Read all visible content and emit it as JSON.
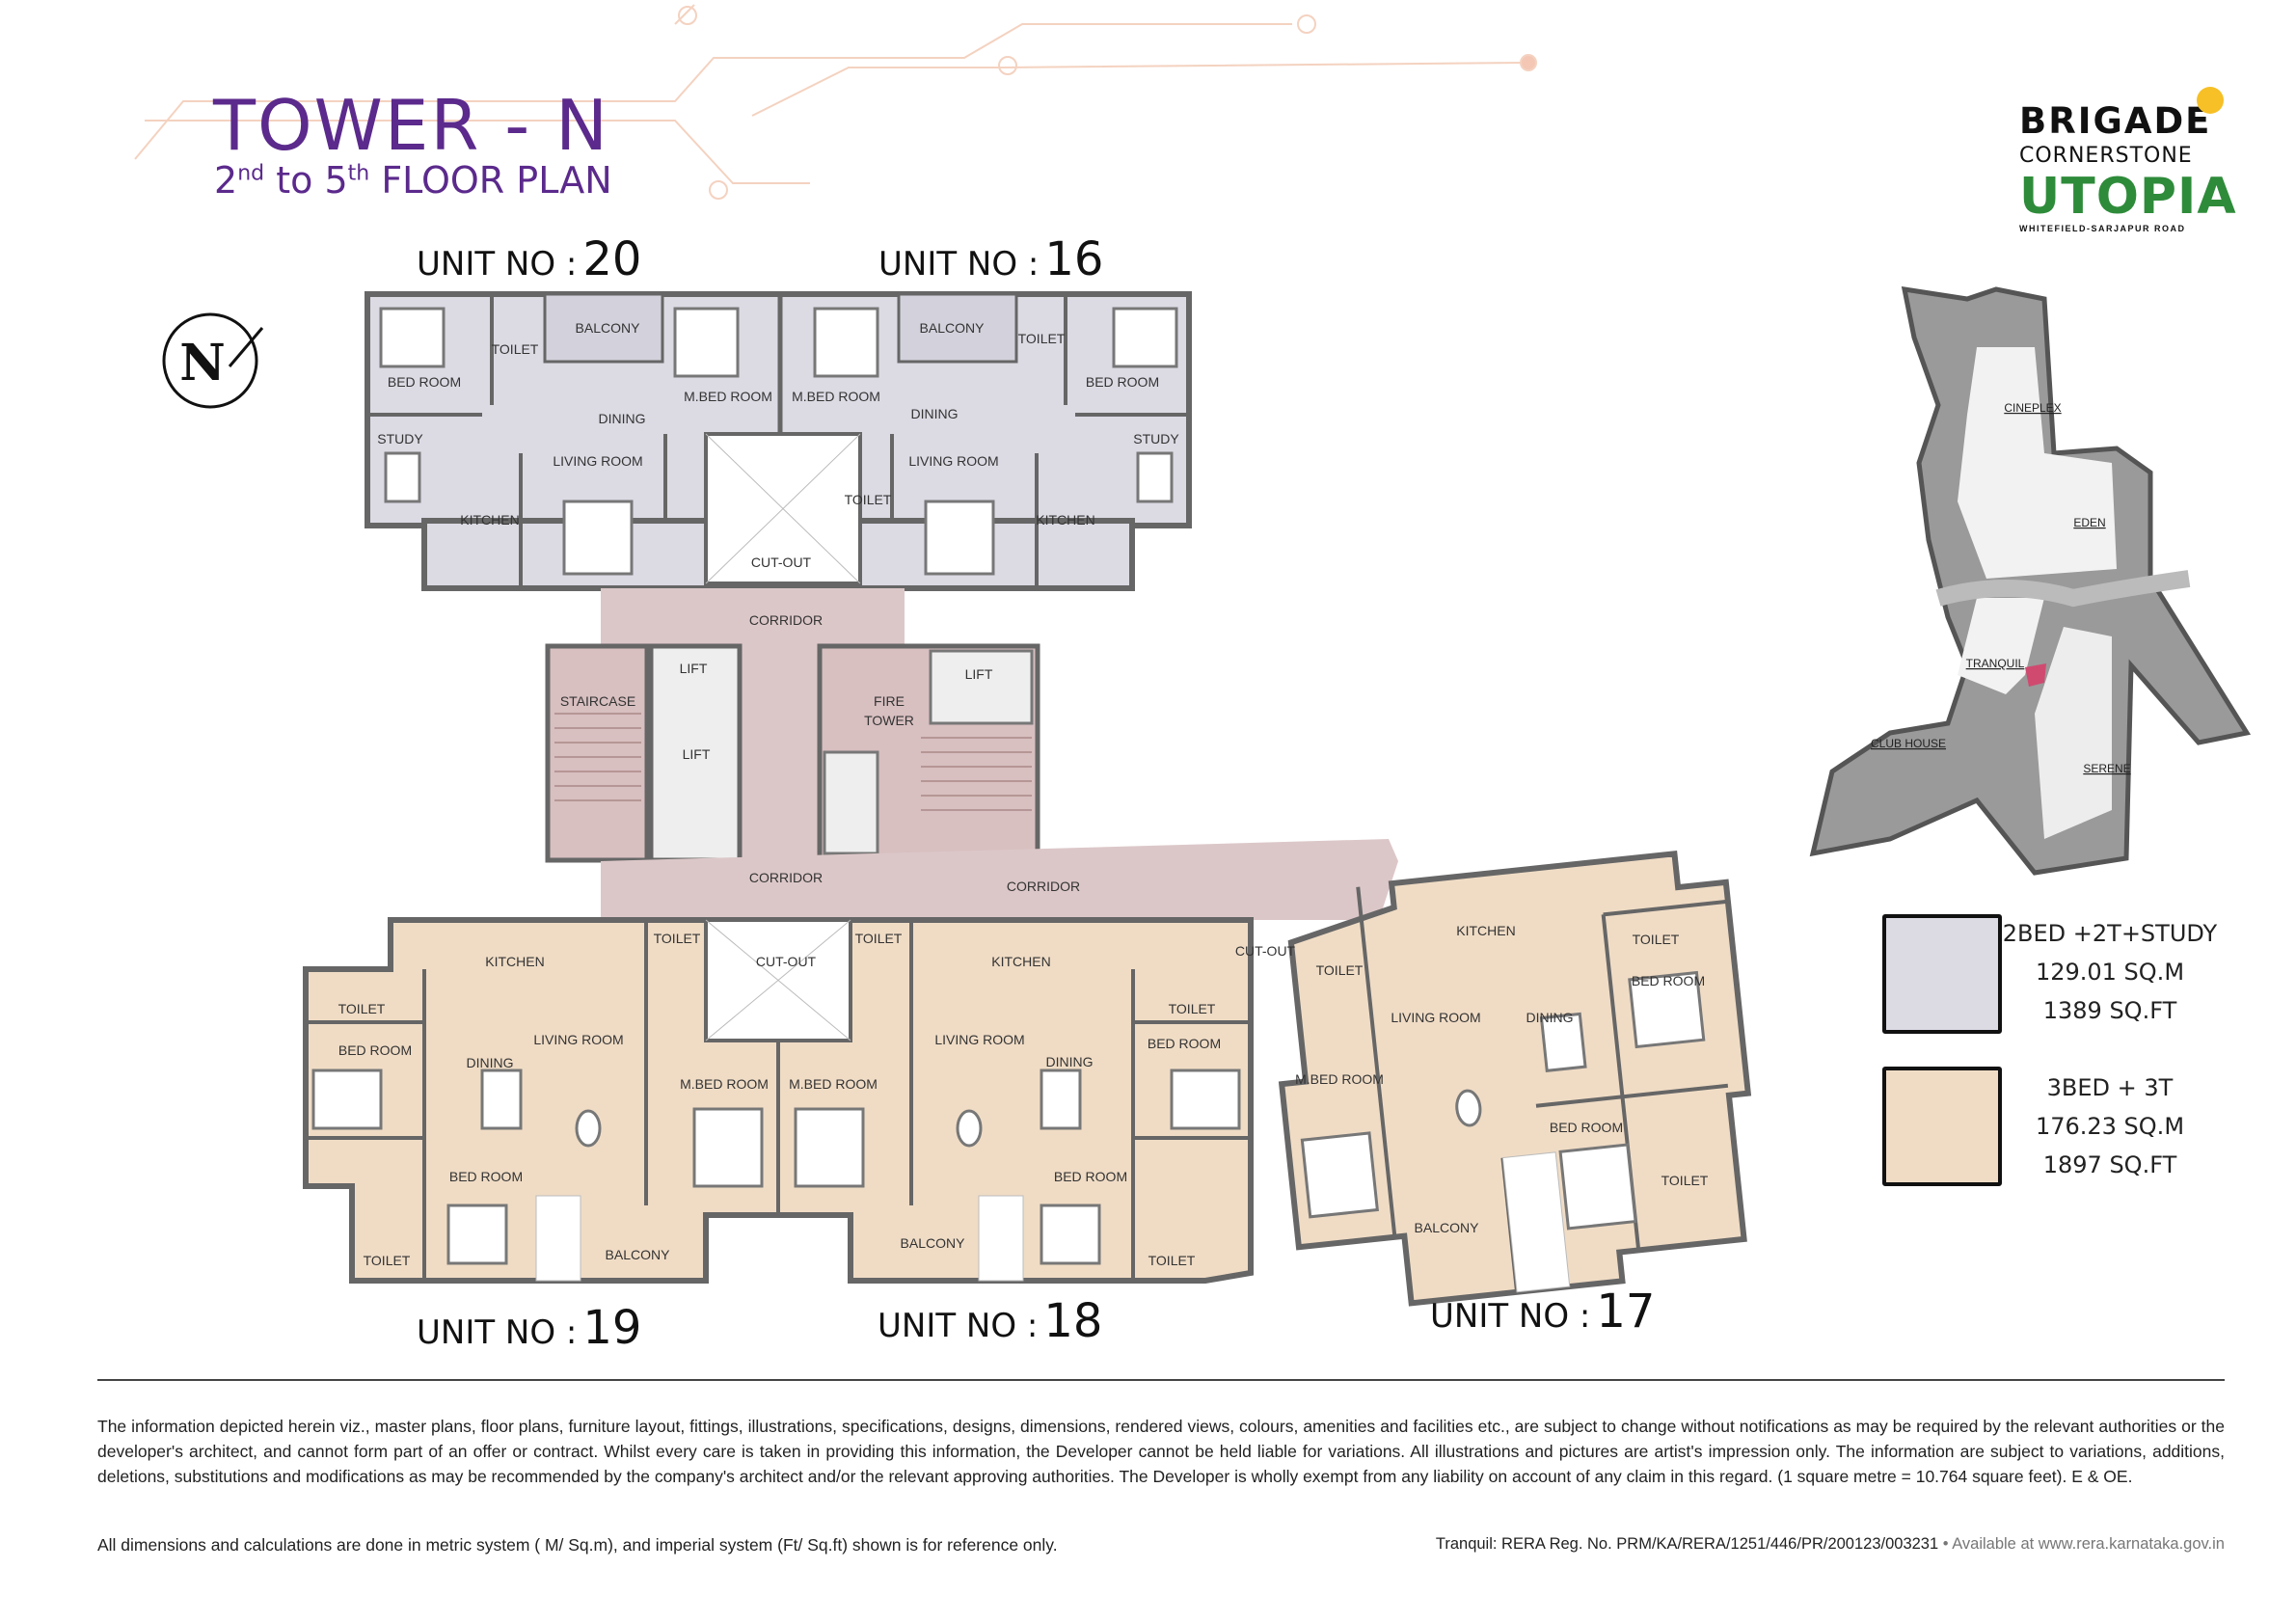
{
  "header": {
    "title": "TOWER - N",
    "subtitle": {
      "from_num": "2",
      "from_sup": "nd",
      "to_word": "to",
      "to_num": "5",
      "to_sup": "th",
      "rest": "FLOOR PLAN"
    }
  },
  "logo": {
    "line1": "BRIGADE",
    "line2": "CORNERSTONE",
    "line3": "UTOPIA",
    "tagline": "WHITEFIELD-SARJAPUR ROAD"
  },
  "north_symbol": "N",
  "plan": {
    "unit_prefix": "UNIT NO :",
    "units": [
      {
        "unit_no": "20",
        "rooms": [
          "BALCONY",
          "TOILET",
          "BED ROOM",
          "M.BED ROOM",
          "DINING",
          "STUDY",
          "LIVING ROOM",
          "KITCHEN"
        ]
      },
      {
        "unit_no": "16",
        "rooms": [
          "BALCONY",
          "TOILET",
          "BED ROOM",
          "M.BED ROOM",
          "DINING",
          "STUDY",
          "LIVING ROOM",
          "TOILET",
          "KITCHEN"
        ]
      },
      {
        "unit_no": "19",
        "rooms": [
          "TOILET",
          "KITCHEN",
          "TOILET",
          "BED ROOM",
          "LIVING ROOM",
          "DINING",
          "M.BED ROOM",
          "BED ROOM",
          "BALCONY",
          "TOILET"
        ]
      },
      {
        "unit_no": "18",
        "rooms": [
          "TOILET",
          "KITCHEN",
          "TOILET",
          "BED ROOM",
          "LIVING ROOM",
          "DINING",
          "M.BED ROOM",
          "BED ROOM",
          "BALCONY",
          "TOILET"
        ]
      },
      {
        "unit_no": "17",
        "rooms": [
          "KITCHEN",
          "TOILET",
          "TOILET",
          "BED ROOM",
          "LIVING ROOM",
          "DINING",
          "M.BED ROOM",
          "BED ROOM",
          "TOILET",
          "BALCONY"
        ]
      }
    ],
    "common": [
      "CUT-OUT",
      "CORRIDOR",
      "STAIRCASE",
      "LIFT",
      "LIFT",
      "LIFT",
      "FIRE",
      "TOWER",
      "CORRIDOR",
      "CORRIDOR",
      "CUT-OUT",
      "CUT-OUT"
    ]
  },
  "site_map": {
    "labels": [
      "CINEPLEX",
      "EDEN",
      "TRANQUIL",
      "CLUB HOUSE",
      "SERENE"
    ]
  },
  "legend": [
    {
      "type": "2BED +2T+STUDY",
      "sqm": "129.01 SQ.M",
      "sqft": "1389 SQ.FT",
      "color": "#dcdbe4"
    },
    {
      "type": "3BED + 3T",
      "sqm": "176.23 SQ.M",
      "sqft": "1897 SQ.FT",
      "color": "#f0dcc5"
    }
  ],
  "footer": {
    "disclaimer": "The information depicted herein viz., master plans, floor plans, furniture layout, fittings, illustrations, specifications, designs, dimensions, rendered views, colours, amenities and facilities etc., are subject to change without notifications as may be required by the relevant authorities or the developer's architect, and cannot form part of an offer or contract. Whilst every care is taken in providing this information, the Developer cannot be held liable for variations. All illustrations and pictures are artist's impression only. The information are subject to variations, additions, deletions, substitutions and modifications as may be recommended by the company's architect and/or the relevant approving authorities. The Developer is wholly exempt from any liability on account of any claim in this regard. (1 square metre = 10.764 square feet). E & OE.",
    "note": "All dimensions and calculations are done in metric system ( M/ Sq.m), and imperial system (Ft/ Sq.ft) shown is for reference only.",
    "rera": "Tranquil: RERA Reg. No. PRM/KA/RERA/1251/446/PR/200123/003231",
    "availability": "• Available at www.rera.karnataka.gov.in"
  }
}
